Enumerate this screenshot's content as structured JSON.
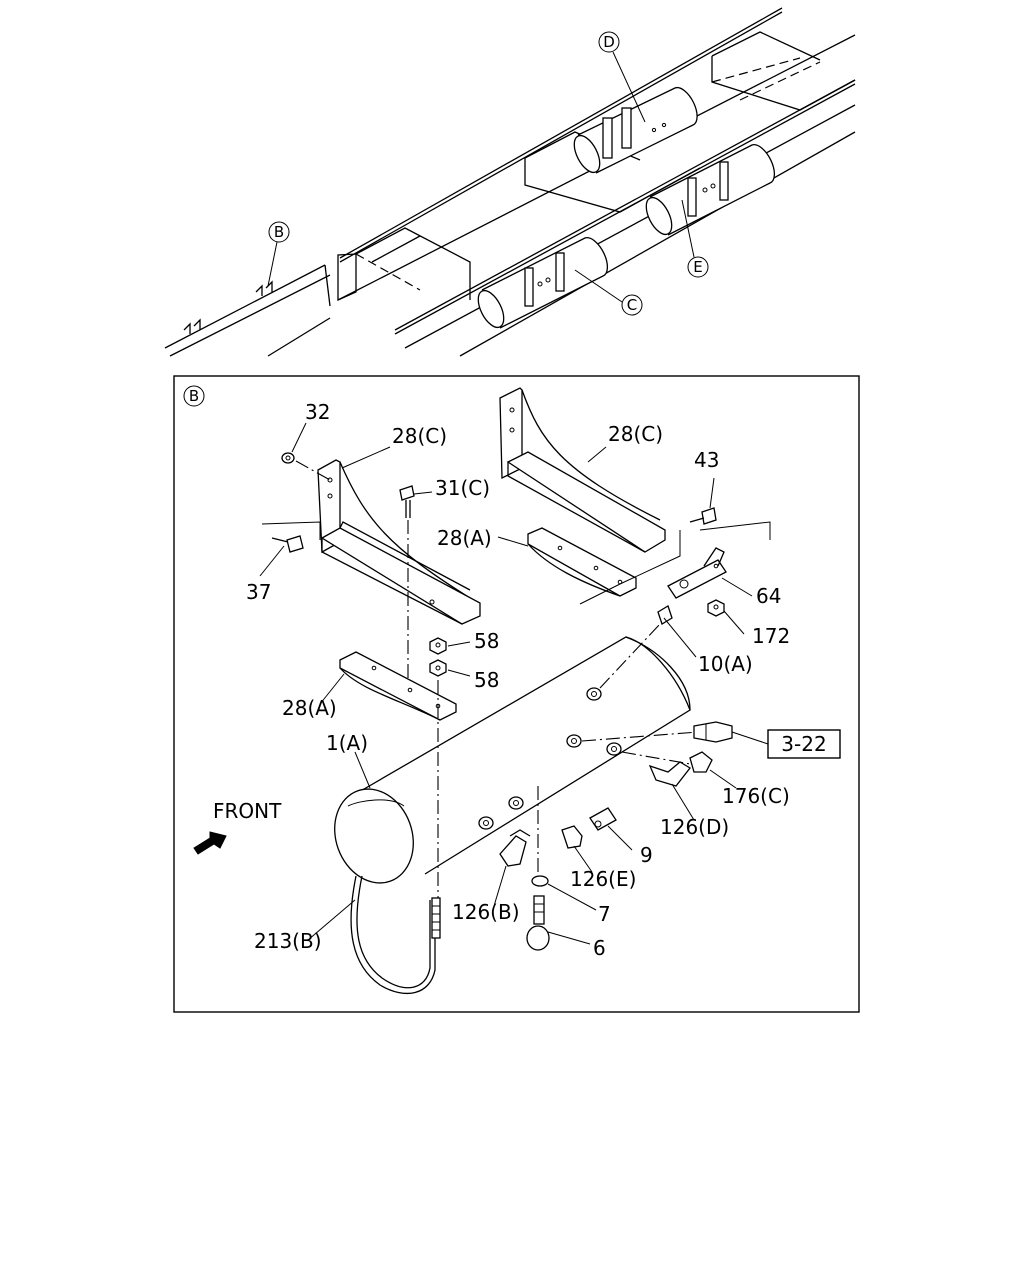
{
  "overview": {
    "callouts": {
      "d": "D",
      "b": "B",
      "c": "C",
      "e": "E"
    }
  },
  "detail": {
    "view_letter": "B",
    "front_label": "FRONT",
    "ref_box": "3-22",
    "part_labels": {
      "p32": "32",
      "p28c_left": "28(C)",
      "p31c": "31(C)",
      "p37": "37",
      "p28c_right": "28(C)",
      "p43": "43",
      "p28a_top": "28(A)",
      "p64": "64",
      "p172": "172",
      "p58_a": "58",
      "p58_b": "58",
      "p10a": "10(A)",
      "p28a_left": "28(A)",
      "p1a": "1(A)",
      "p176c": "176(C)",
      "p126d": "126(D)",
      "p9": "9",
      "p126e": "126(E)",
      "p126b": "126(B)",
      "p7": "7",
      "p6": "6",
      "p213b": "213(B)"
    }
  }
}
